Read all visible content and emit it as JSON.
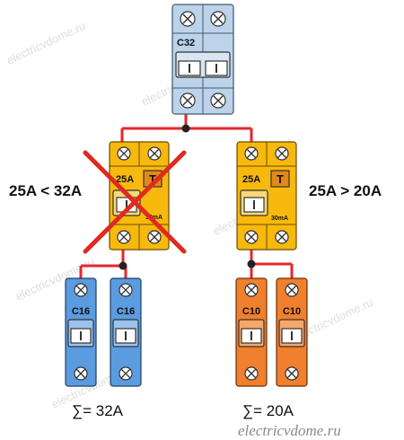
{
  "main_breaker": {
    "rating": "C32",
    "color": "#bcd3ea"
  },
  "rcd_left": {
    "rating": "25A",
    "test_button": "T",
    "sensitivity": "30mA",
    "color": "#f7b90d",
    "crossed_out": true
  },
  "rcd_right": {
    "rating": "25A",
    "test_button": "T",
    "sensitivity": "30mA",
    "color": "#f7b90d"
  },
  "left_comparison": "25A < 32A",
  "right_comparison": "25A > 20A",
  "left_group": {
    "breakers": [
      {
        "rating": "C16"
      },
      {
        "rating": "C16"
      }
    ],
    "sum": "∑= 32A",
    "color": "#5b9be0"
  },
  "right_group": {
    "breakers": [
      {
        "rating": "C10"
      },
      {
        "rating": "C10"
      }
    ],
    "sum": "∑= 20A",
    "color": "#f07f2e"
  },
  "watermark": "electricvdome.ru",
  "colors": {
    "wire": "#e8252c",
    "cross": "#e02a20",
    "node": "#222222"
  }
}
